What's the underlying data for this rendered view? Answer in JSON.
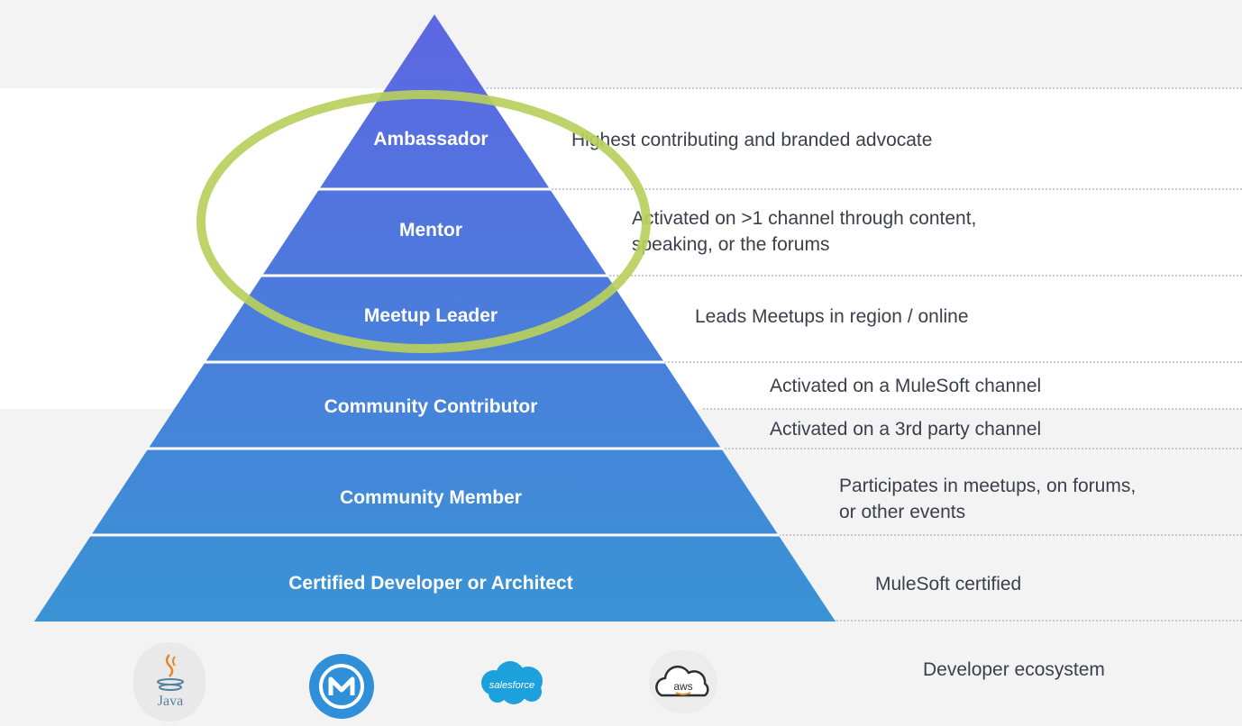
{
  "colors": {
    "background": "#f3f3f4",
    "white_band": "#ffffff",
    "tier_top": "#5b6de0",
    "tier_bottom": "#3b92d6",
    "highlight_ellipse": "#b8cf5c",
    "text": "#3a3f4b"
  },
  "tiers": [
    {
      "label": "Ambassador",
      "description": "Highest contributing and branded advocate"
    },
    {
      "label": "Mentor",
      "description": "Activated on >1 channel through content,\nspeaking, or the forums"
    },
    {
      "label": "Meetup Leader",
      "description": "Leads Meetups in region / online"
    },
    {
      "label": "Community Contributor",
      "description": "Activated on a MuleSoft channel",
      "description2": "Activated on a 3rd party channel"
    },
    {
      "label": "Community Member",
      "description": "Participates in meetups, on forums,\nor other events"
    },
    {
      "label": "Certified Developer or Architect",
      "description": "MuleSoft certified"
    }
  ],
  "ecosystem": {
    "label": "Developer ecosystem",
    "logos": [
      {
        "name": "Java",
        "icon": "java-cup-icon"
      },
      {
        "name": "MuleSoft",
        "icon": "mulesoft-m-icon"
      },
      {
        "name": "salesforce",
        "icon": "salesforce-cloud-icon"
      },
      {
        "name": "aws",
        "icon": "aws-cloud-icon"
      }
    ]
  }
}
